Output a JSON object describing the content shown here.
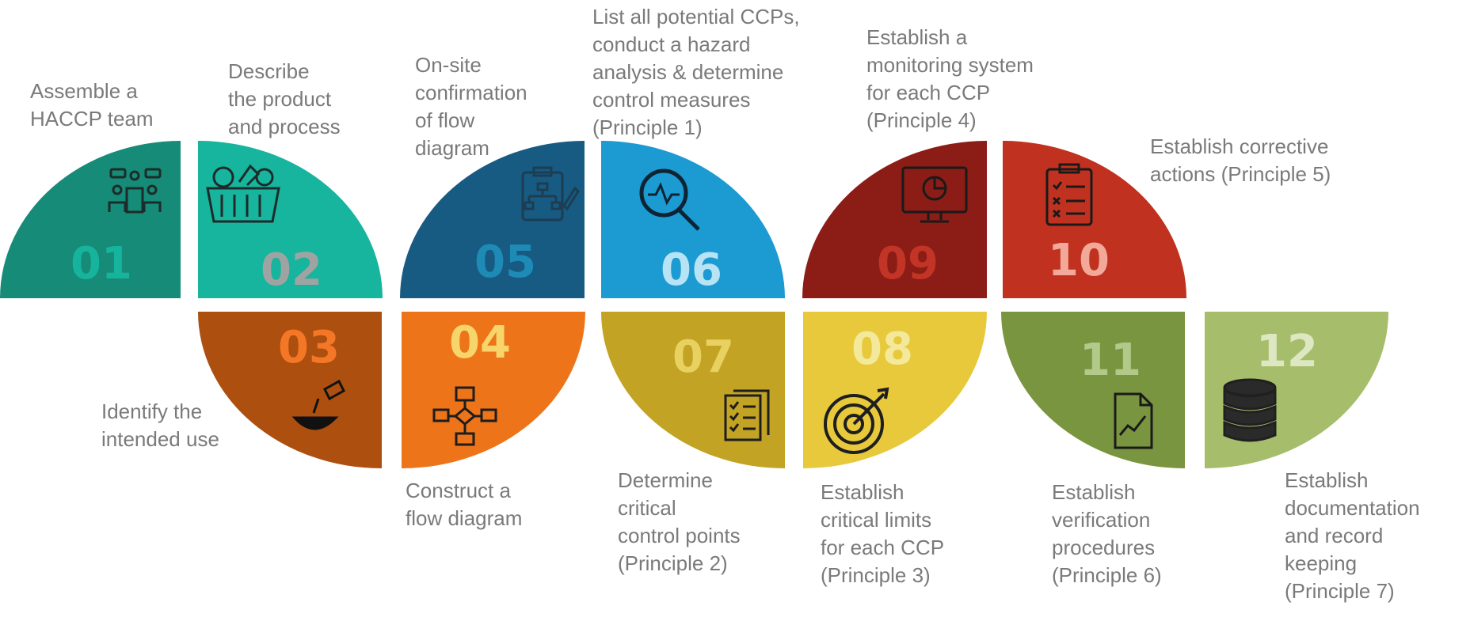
{
  "steps": [
    {
      "number": "01",
      "color": "#168b77",
      "number_color": "#17b49d",
      "icon": "team-meeting-icon",
      "label": "Assemble a\nHACCP team"
    },
    {
      "number": "02",
      "color": "#17b59e",
      "number_color": "#9fa4a3",
      "icon": "shopping-basket-icon",
      "label": "Describe\nthe product\nand process"
    },
    {
      "number": "03",
      "color": "#ad4f0f",
      "number_color": "#f47727",
      "icon": "mixing-bowl-icon",
      "label": "Identify the\nintended use"
    },
    {
      "number": "04",
      "color": "#ee7419",
      "number_color": "#f7d56a",
      "icon": "flowchart-icon",
      "label": "Construct a\nflow diagram"
    },
    {
      "number": "05",
      "color": "#175b82",
      "number_color": "#1e8bb6",
      "icon": "clipboard-flow-icon",
      "label": "On-site\nconfirmation\nof flow\ndiagram"
    },
    {
      "number": "06",
      "color": "#1b9bd2",
      "number_color": "#b7e3f4",
      "icon": "magnifier-analysis-icon",
      "label": "List all potential CCPs,\nconduct a hazard\nanalysis & determine\ncontrol measures\n(Principle 1)"
    },
    {
      "number": "07",
      "color": "#c3a323",
      "number_color": "#e8d160",
      "icon": "checklist-icon",
      "label": "Determine\ncritical\ncontrol points\n(Principle 2)"
    },
    {
      "number": "08",
      "color": "#e8c93c",
      "number_color": "#f4e89a",
      "icon": "target-icon",
      "label": "Establish\ncritical limits\nfor each CCP\n(Principle 3)"
    },
    {
      "number": "09",
      "color": "#8c1c16",
      "number_color": "#c23526",
      "icon": "monitor-chart-icon",
      "label": "Establish a\nmonitoring system\nfor each CCP\n(Principle 4)"
    },
    {
      "number": "10",
      "color": "#c1311f",
      "number_color": "#f3a999",
      "icon": "clipboard-check-icon",
      "label": "Establish corrective\nactions (Principle 5)"
    },
    {
      "number": "11",
      "color": "#7a953f",
      "number_color": "#b3c98a",
      "icon": "report-chart-icon",
      "label": "Establish\nverification\nprocedures\n(Principle 6)"
    },
    {
      "number": "12",
      "color": "#a6bd6b",
      "number_color": "#dde8c3",
      "icon": "database-icon",
      "label": "Establish\ndocumentation\nand record\nkeeping\n(Principle 7)"
    }
  ]
}
